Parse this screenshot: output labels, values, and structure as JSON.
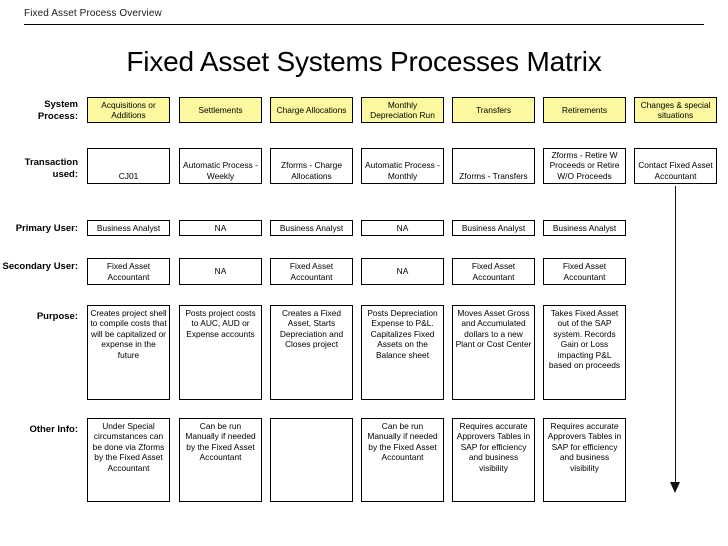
{
  "header": {
    "overview_label": "Fixed Asset Process Overview"
  },
  "title": "Fixed Asset Systems Processes Matrix",
  "colors": {
    "process_header_fill": "#fbf8a0",
    "box_border": "#000000",
    "text": "#000000",
    "arrow": "#111111"
  },
  "row_labels": {
    "system_process": "System\nProcess:",
    "system_process_l1": "System",
    "system_process_l2": "Process:",
    "transaction_used_l1": "Transaction",
    "transaction_used_l2": "used:",
    "primary_user": "Primary User:",
    "secondary_user": "Secondary User:",
    "purpose": "Purpose:",
    "other_info": "Other Info:"
  },
  "matrix": {
    "columns": [
      "Acquisitions or Additions",
      "Settlements",
      "Charge Allocations",
      "Monthly Depreciation Run",
      "Transfers",
      "Retirements",
      "Changes & special situations"
    ],
    "system_process": [
      "Acquisitions or Additions",
      "Settlements",
      "Charge Allocations",
      "Monthly Depreciation Run",
      "Transfers",
      "Retirements",
      "Changes & special situations"
    ],
    "transaction_used": [
      "CJ01",
      "Automatic Process - Weekly",
      "Zforms - Charge Allocations",
      "Automatic Process - Monthly",
      "Zforms - Transfers",
      "Zforms - Retire W Proceeds or Retire W/O Proceeds",
      "Contact Fixed Asset Accountant"
    ],
    "primary_user": [
      "Business Analyst",
      "NA",
      "Business Analyst",
      "NA",
      "Business Analyst",
      "Business Analyst"
    ],
    "secondary_user": [
      "Fixed Asset Accountant",
      "NA",
      "Fixed Asset Accountant",
      "NA",
      "Fixed Asset Accountant",
      "Fixed Asset Accountant"
    ],
    "purpose": [
      "Creates project shell to compile costs that will be capitalized or expense in the future",
      "Posts project costs to AUC, AUD or Expense accounts",
      "Creates a Fixed Asset, Starts Depreciation and Closes project",
      "Posts Depreciation Expense to P&L. Capitalizes Fixed Assets on the Balance sheet",
      "Moves Asset Gross and Accumulated dollars to a new Plant or Cost Center",
      "Takes Fixed Asset out of the SAP system.  Records Gain or Loss impacting P&L based on proceeds"
    ],
    "other_info": [
      "Under Special circumstances can be done via Zforms by the Fixed Asset Accountant",
      "Can be run Manually if needed by the Fixed Asset Accountant",
      "",
      "Can be run Manually if needed by the Fixed Asset Accountant",
      "Requires accurate Approvers Tables in SAP for efficiency and business visibility",
      "Requires accurate Approvers Tables in SAP for efficiency and business visibility"
    ]
  }
}
